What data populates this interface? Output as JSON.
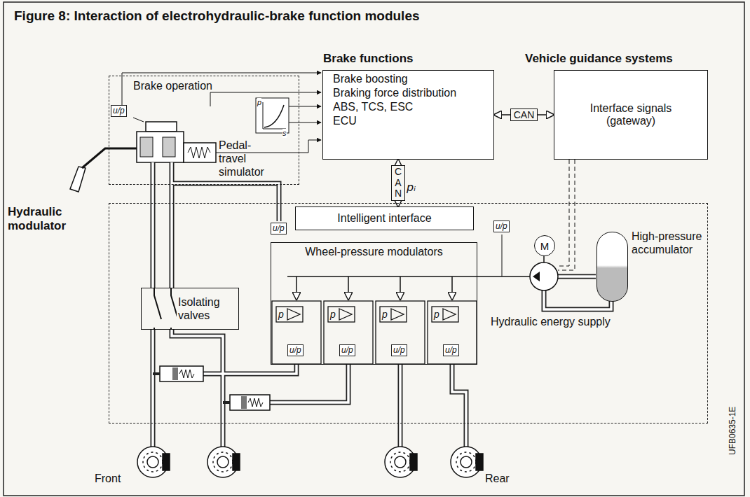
{
  "diagram": {
    "title": "Figure 8: Interaction of electrohydraulic-brake function modules",
    "nodes": [
      {
        "text": [
          "Brake operation"
        ]
      },
      {
        "text": [
          "Brake functions",
          "Brake boosting",
          "Braking force distribution",
          "ABS, TCS, ESC",
          "ECU"
        ]
      },
      {
        "text": [
          "Vehicle guidance systems",
          "Interface signals (gateway)"
        ]
      },
      {
        "text": [
          "Hydraulic modulator"
        ]
      },
      {
        "text": [
          "Intelligent interface"
        ],
        "in": 3
      },
      {
        "text": [
          "Wheel-pressure modulators"
        ],
        "in": 3
      },
      {
        "text": [
          "Isolating valves"
        ],
        "in": 3
      },
      {
        "text": [
          "M"
        ],
        "in": 3
      },
      {
        "text": [
          "High-pressure accumulator"
        ],
        "in": 3
      }
    ],
    "edges": [
      {
        "from": 1,
        "to": 2,
        "label": "CAN",
        "arrow": "both"
      },
      {
        "from": 1,
        "to": 4,
        "label": "CAN",
        "arrow": "both"
      }
    ],
    "labels": [
      "Pedal-travel simulator",
      "u/p",
      "p",
      "s",
      "pᵢ",
      "u/p",
      "u/p",
      "p",
      "p",
      "p",
      "p",
      "u/p",
      "u/p",
      "u/p",
      "u/p",
      "Hydraulic energy supply",
      "Front",
      "Rear",
      "UFB0635-1E"
    ]
  }
}
